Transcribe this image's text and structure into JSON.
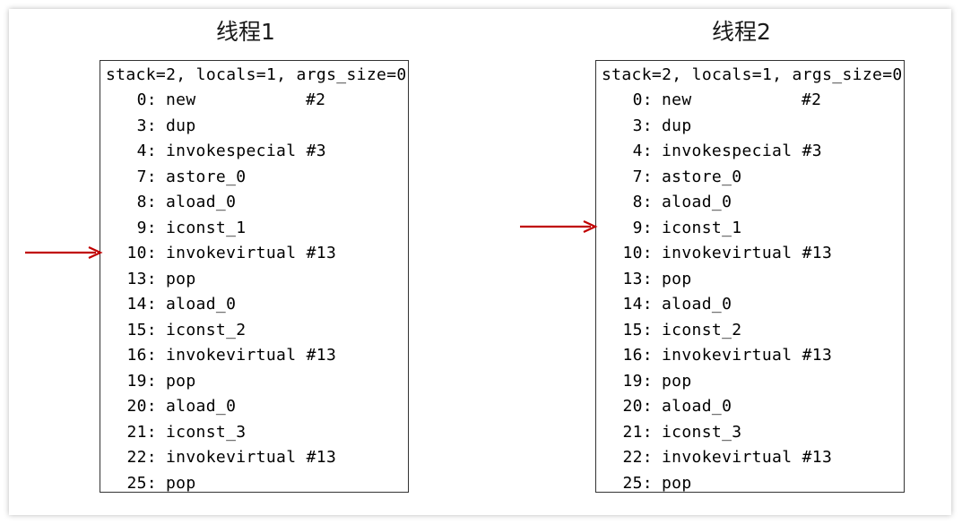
{
  "colors": {
    "arrow": "#c00000",
    "box_border": "#333333",
    "text": "#000000"
  },
  "panels": [
    {
      "title": "线程1",
      "header": "stack=2, locals=1, args_size=0",
      "pointer_offset": "10",
      "instructions": [
        {
          "offset": "0:",
          "op": "new",
          "arg": "#2"
        },
        {
          "offset": "3:",
          "op": "dup",
          "arg": ""
        },
        {
          "offset": "4:",
          "op": "invokespecial #3",
          "arg": ""
        },
        {
          "offset": "7:",
          "op": "astore_0",
          "arg": ""
        },
        {
          "offset": "8:",
          "op": "aload_0",
          "arg": ""
        },
        {
          "offset": "9:",
          "op": "iconst_1",
          "arg": ""
        },
        {
          "offset": "10:",
          "op": "invokevirtual #13",
          "arg": ""
        },
        {
          "offset": "13:",
          "op": "pop",
          "arg": ""
        },
        {
          "offset": "14:",
          "op": "aload_0",
          "arg": ""
        },
        {
          "offset": "15:",
          "op": "iconst_2",
          "arg": ""
        },
        {
          "offset": "16:",
          "op": "invokevirtual #13",
          "arg": ""
        },
        {
          "offset": "19:",
          "op": "pop",
          "arg": ""
        },
        {
          "offset": "20:",
          "op": "aload_0",
          "arg": ""
        },
        {
          "offset": "21:",
          "op": "iconst_3",
          "arg": ""
        },
        {
          "offset": "22:",
          "op": "invokevirtual #13",
          "arg": ""
        },
        {
          "offset": "25:",
          "op": "pop",
          "arg": ""
        }
      ]
    },
    {
      "title": "线程2",
      "header": "stack=2, locals=1, args_size=0",
      "pointer_offset": "9",
      "instructions": [
        {
          "offset": "0:",
          "op": "new",
          "arg": "#2"
        },
        {
          "offset": "3:",
          "op": "dup",
          "arg": ""
        },
        {
          "offset": "4:",
          "op": "invokespecial #3",
          "arg": ""
        },
        {
          "offset": "7:",
          "op": "astore_0",
          "arg": ""
        },
        {
          "offset": "8:",
          "op": "aload_0",
          "arg": ""
        },
        {
          "offset": "9:",
          "op": "iconst_1",
          "arg": ""
        },
        {
          "offset": "10:",
          "op": "invokevirtual #13",
          "arg": ""
        },
        {
          "offset": "13:",
          "op": "pop",
          "arg": ""
        },
        {
          "offset": "14:",
          "op": "aload_0",
          "arg": ""
        },
        {
          "offset": "15:",
          "op": "iconst_2",
          "arg": ""
        },
        {
          "offset": "16:",
          "op": "invokevirtual #13",
          "arg": ""
        },
        {
          "offset": "19:",
          "op": "pop",
          "arg": ""
        },
        {
          "offset": "20:",
          "op": "aload_0",
          "arg": ""
        },
        {
          "offset": "21:",
          "op": "iconst_3",
          "arg": ""
        },
        {
          "offset": "22:",
          "op": "invokevirtual #13",
          "arg": ""
        },
        {
          "offset": "25:",
          "op": "pop",
          "arg": ""
        }
      ]
    }
  ]
}
